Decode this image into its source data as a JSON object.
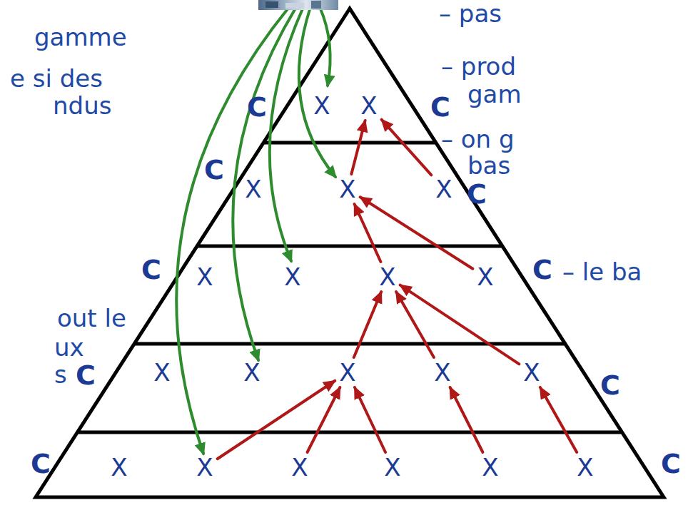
{
  "diagram": {
    "nodes": [
      {
        "text": [
          "X"
        ]
      },
      {
        "text": [
          "X"
        ]
      },
      {
        "text": [
          "X"
        ]
      },
      {
        "text": [
          "X"
        ]
      },
      {
        "text": [
          "X"
        ]
      },
      {
        "text": [
          "X"
        ]
      },
      {
        "text": [
          "X"
        ]
      },
      {
        "text": [
          "X"
        ]
      },
      {
        "text": [
          "X"
        ]
      },
      {
        "text": [
          "X"
        ]
      },
      {
        "text": [
          "X"
        ]
      },
      {
        "text": [
          "X"
        ]
      },
      {
        "text": [
          "X"
        ]
      },
      {
        "text": [
          "X"
        ]
      },
      {
        "text": [
          "X"
        ]
      },
      {
        "text": [
          "X"
        ]
      },
      {
        "text": [
          "X"
        ]
      },
      {
        "text": [
          "X"
        ]
      },
      {
        "text": [
          "X"
        ]
      },
      {
        "text": [
          "X"
        ]
      }
    ],
    "edges": [
      {
        "from": 3,
        "to": 1,
        "arrow": "to"
      },
      {
        "from": 4,
        "to": 1,
        "arrow": "to"
      },
      {
        "from": 7,
        "to": 3,
        "arrow": "to"
      },
      {
        "from": 8,
        "to": 3,
        "arrow": "to"
      },
      {
        "from": 11,
        "to": 7,
        "arrow": "to"
      },
      {
        "from": 12,
        "to": 7,
        "arrow": "to"
      },
      {
        "from": 13,
        "to": 7,
        "arrow": "to"
      },
      {
        "from": 15,
        "to": 11,
        "arrow": "to"
      },
      {
        "from": 16,
        "to": 11,
        "arrow": "to"
      },
      {
        "from": 17,
        "to": 11,
        "arrow": "to"
      },
      {
        "from": 18,
        "to": 12,
        "arrow": "to"
      },
      {
        "from": 19,
        "to": 13,
        "arrow": "to"
      }
    ],
    "labels": [
      "gamme",
      "e si des",
      "ndus",
      "out le",
      "ux",
      "s",
      "– pas",
      "– prod",
      "gam",
      "– on g",
      "bas",
      "– le ba",
      "C",
      "C",
      "C",
      "C",
      "C",
      "C",
      "C",
      "C",
      "C",
      "C"
    ]
  }
}
